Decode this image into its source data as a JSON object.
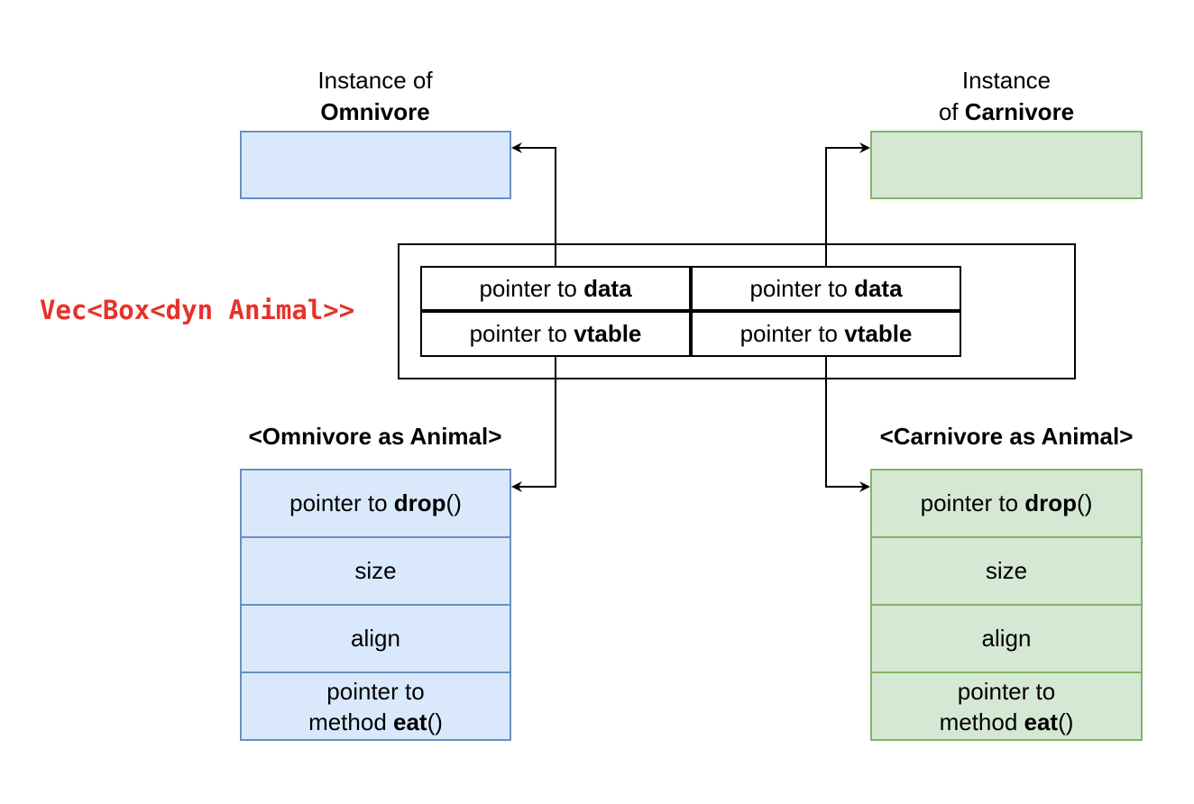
{
  "colors": {
    "omnivore_fill": "#dae8fc",
    "omnivore_stroke": "#6c8ebf",
    "carnivore_fill": "#d5e8d4",
    "carnivore_stroke": "#82b366",
    "vec_label": "#e8312a"
  },
  "vec_label": "Vec<Box<dyn Animal>>",
  "instances": {
    "omnivore": {
      "line1": "Instance of",
      "bold": "Omnivore"
    },
    "carnivore": {
      "line1": "Instance",
      "prefix": "of ",
      "bold": "Carnivore"
    }
  },
  "fat_pointers": [
    {
      "data_prefix": "pointer to ",
      "data_bold": "data",
      "vtable_prefix": "pointer to ",
      "vtable_bold": "vtable"
    },
    {
      "data_prefix": "pointer to ",
      "data_bold": "data",
      "vtable_prefix": "pointer to ",
      "vtable_bold": "vtable"
    }
  ],
  "vtables": {
    "omnivore": {
      "title": "<Omnivore as Animal>",
      "drop_prefix": "pointer to ",
      "drop_bold": "drop",
      "drop_suffix": "()",
      "size": "size",
      "align": "align",
      "eat_line1": "pointer to",
      "eat_prefix": "method ",
      "eat_bold": "eat",
      "eat_suffix": "()"
    },
    "carnivore": {
      "title": "<Carnivore as Animal>",
      "drop_prefix": "pointer to ",
      "drop_bold": "drop",
      "drop_suffix": "()",
      "size": "size",
      "align": "align",
      "eat_line1": "pointer to",
      "eat_prefix": "method ",
      "eat_bold": "eat",
      "eat_suffix": "()"
    }
  }
}
